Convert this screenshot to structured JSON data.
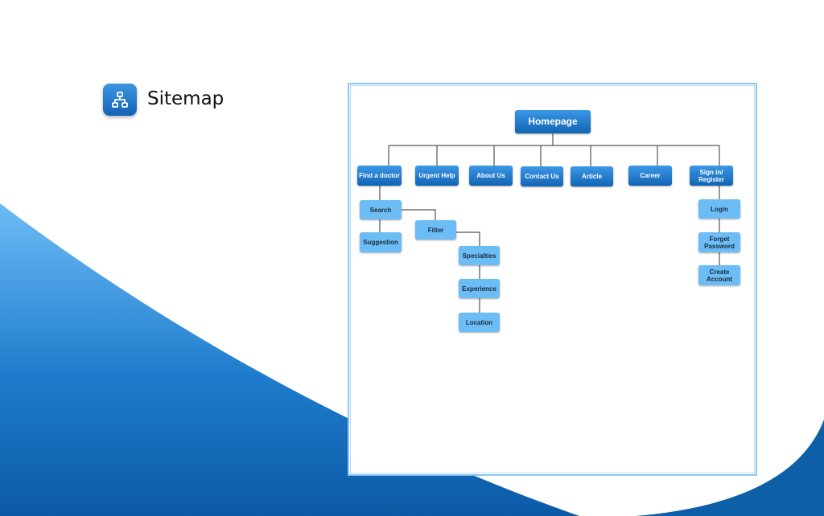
{
  "header": {
    "title": "Sitemap",
    "icon": "sitemap-icon"
  },
  "colors": {
    "accent": "#1a6fc4",
    "light_node": "#6cbdf5"
  },
  "sitemap": {
    "root": "Homepage",
    "level1": [
      "Find a doctor",
      "Urgent Help",
      "About Us",
      "Contact Us",
      "Article",
      "Career",
      "Sign in/ Register"
    ],
    "find_doctor": {
      "search": "Search",
      "suggestion": "Suggestion",
      "filter": "Filter",
      "specialties": "Specialties",
      "experience": "Experience",
      "location": "Location"
    },
    "account": {
      "login": "Login",
      "forget": "Forget Password",
      "create": "Create Account"
    }
  }
}
